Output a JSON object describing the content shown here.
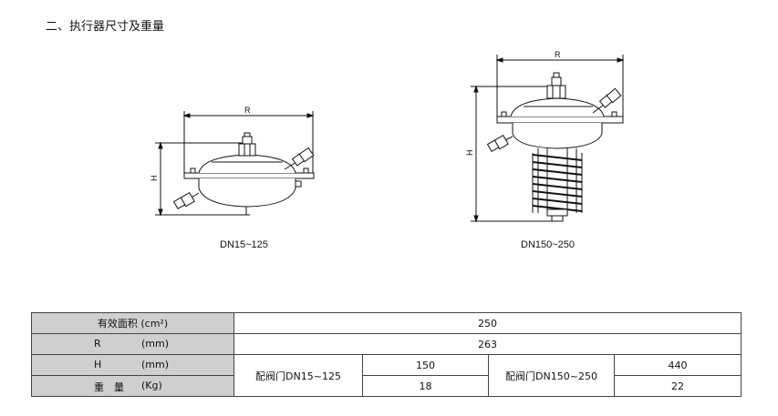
{
  "section": {
    "title": "二、执行器尺寸及重量"
  },
  "figures": {
    "small": {
      "caption": "DN15~125",
      "dim_r": "R",
      "dim_h": "H"
    },
    "large": {
      "caption": "DN150~250",
      "dim_r": "R",
      "dim_h": "H"
    }
  },
  "table": {
    "rows": {
      "area": {
        "label": "有效面积 (cm²)",
        "value": "250"
      },
      "r": {
        "name": "R",
        "unit": "(mm)",
        "value": "263"
      },
      "h": {
        "name": "H",
        "unit": "(mm)"
      },
      "weight": {
        "name": "重　量",
        "unit": "(Kg)"
      }
    },
    "group_small": {
      "label": "配阀门DN15~125",
      "h": "150",
      "weight": "18"
    },
    "group_large": {
      "label": "配阀门DN150~250",
      "h": "440",
      "weight": "22"
    }
  }
}
